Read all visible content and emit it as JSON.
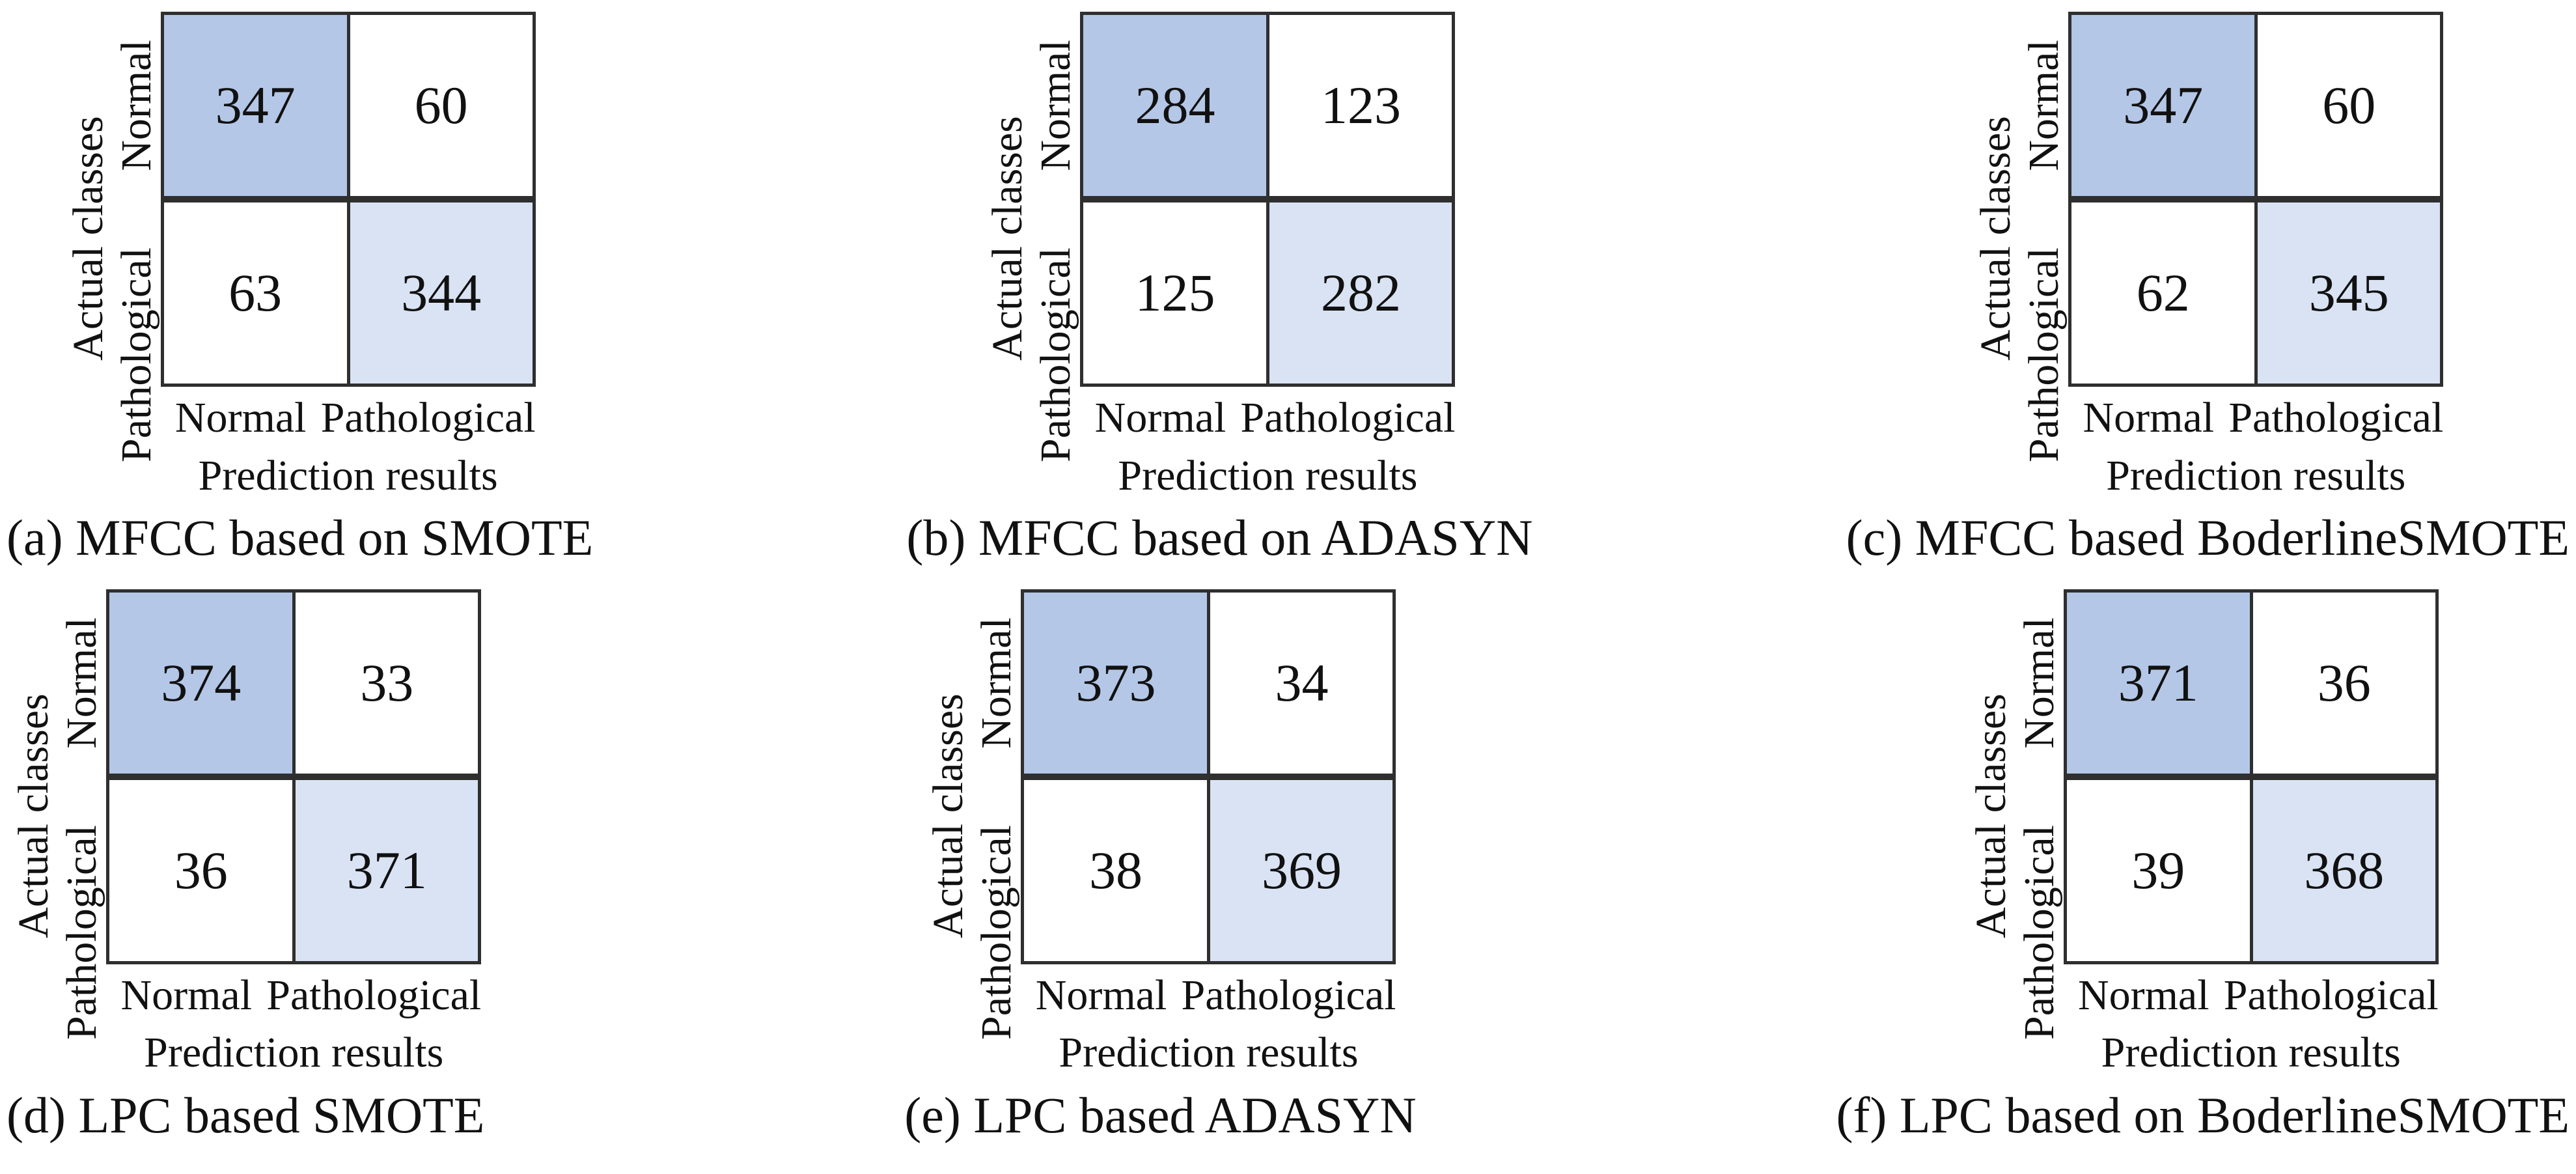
{
  "page": {
    "background": "#ffffff"
  },
  "style": {
    "cell_fill_true_normal": "#b4c7e7",
    "cell_fill_true_pathological": "#dae3f3",
    "cell_fill_default": "#ffffff",
    "grid_border_color": "#2f2f2f",
    "text_color": "#111111"
  },
  "chart_data": [
    {
      "type": "heatmap",
      "id": "a",
      "caption": "(a) MFCC based on SMOTE",
      "xlabel": "Prediction results",
      "ylabel": "Actual classes",
      "x_categories": [
        "Normal",
        "Pathological"
      ],
      "y_categories": [
        "Normal",
        "Pathological"
      ],
      "values": [
        [
          347,
          60
        ],
        [
          63,
          344
        ]
      ]
    },
    {
      "type": "heatmap",
      "id": "b",
      "caption": "(b) MFCC based on ADASYN",
      "xlabel": "Prediction results",
      "ylabel": "Actual classes",
      "x_categories": [
        "Normal",
        "Pathological"
      ],
      "y_categories": [
        "Normal",
        "Pathological"
      ],
      "values": [
        [
          284,
          123
        ],
        [
          125,
          282
        ]
      ]
    },
    {
      "type": "heatmap",
      "id": "c",
      "caption": "(c) MFCC based BoderlineSMOTE",
      "xlabel": "Prediction results",
      "ylabel": "Actual classes",
      "x_categories": [
        "Normal",
        "Pathological"
      ],
      "y_categories": [
        "Normal",
        "Pathological"
      ],
      "values": [
        [
          347,
          60
        ],
        [
          62,
          345
        ]
      ]
    },
    {
      "type": "heatmap",
      "id": "d",
      "caption": "(d) LPC based SMOTE",
      "xlabel": "Prediction results",
      "ylabel": "Actual classes",
      "x_categories": [
        "Normal",
        "Pathological"
      ],
      "y_categories": [
        "Normal",
        "Pathological"
      ],
      "values": [
        [
          374,
          33
        ],
        [
          36,
          371
        ]
      ]
    },
    {
      "type": "heatmap",
      "id": "e",
      "caption": "(e) LPC based ADASYN",
      "xlabel": "Prediction results",
      "ylabel": "Actual classes",
      "x_categories": [
        "Normal",
        "Pathological"
      ],
      "y_categories": [
        "Normal",
        "Pathological"
      ],
      "values": [
        [
          373,
          34
        ],
        [
          38,
          369
        ]
      ]
    },
    {
      "type": "heatmap",
      "id": "f",
      "caption": "(f) LPC based on BoderlineSMOTE",
      "xlabel": "Prediction results",
      "ylabel": "Actual classes",
      "x_categories": [
        "Normal",
        "Pathological"
      ],
      "y_categories": [
        "Normal",
        "Pathological"
      ],
      "values": [
        [
          371,
          36
        ],
        [
          39,
          368
        ]
      ]
    }
  ]
}
